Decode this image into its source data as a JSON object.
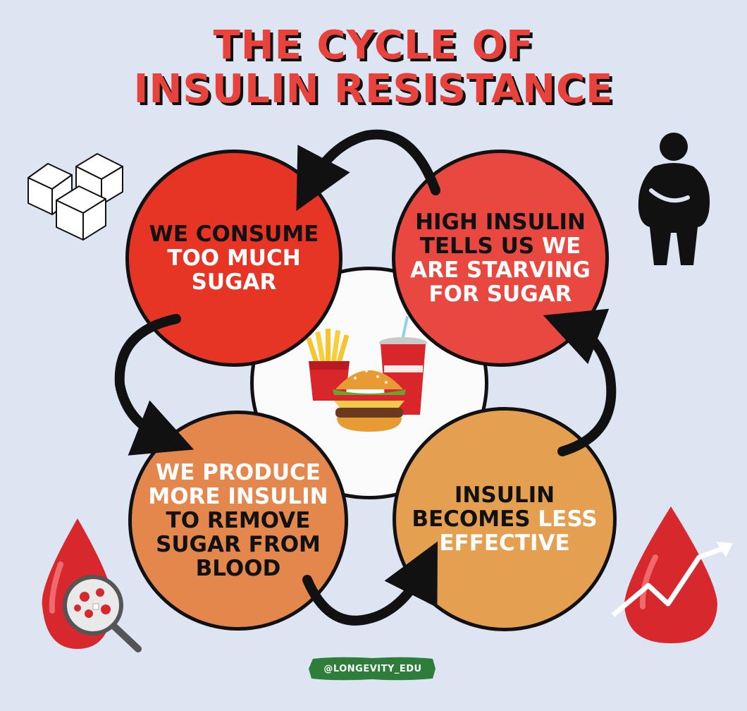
{
  "title": {
    "line1_a": "THE ",
    "line1_b": "CYCLE OF",
    "line2": "INSULIN RESISTANCE"
  },
  "steps": [
    {
      "id": "consume",
      "text_dark": "WE CONSUME",
      "text_light": "TOO MUCH SUGAR",
      "color": "#e63425"
    },
    {
      "id": "starving",
      "text_dark": "HIGH INSULIN TELLS US",
      "text_light": "WE ARE STARVING FOR SUGAR",
      "color": "#e84840"
    },
    {
      "id": "produce",
      "text_light": "WE PRODUCE MORE INSULIN",
      "text_dark": "TO REMOVE SUGAR FROM BLOOD",
      "color": "#e4874c"
    },
    {
      "id": "effective",
      "text_dark": "INSULIN BECOMES",
      "text_light": "LESS EFFECTIVE",
      "color": "#e4a050"
    }
  ],
  "icons": {
    "top_left": "sugar-cubes-icon",
    "top_right": "overweight-person-icon",
    "center": "fast-food-icon",
    "bottom_left": "blood-drop-magnifier-icon",
    "bottom_right": "blood-drop-rising-arrow-icon"
  },
  "badge": {
    "text": "@LONGEVITY_EDU",
    "color": "#2f7d3a"
  },
  "colors": {
    "background": "#dde5f3",
    "title": "#e8423c",
    "title_shadow": "#111111",
    "arrows": "#111111"
  }
}
